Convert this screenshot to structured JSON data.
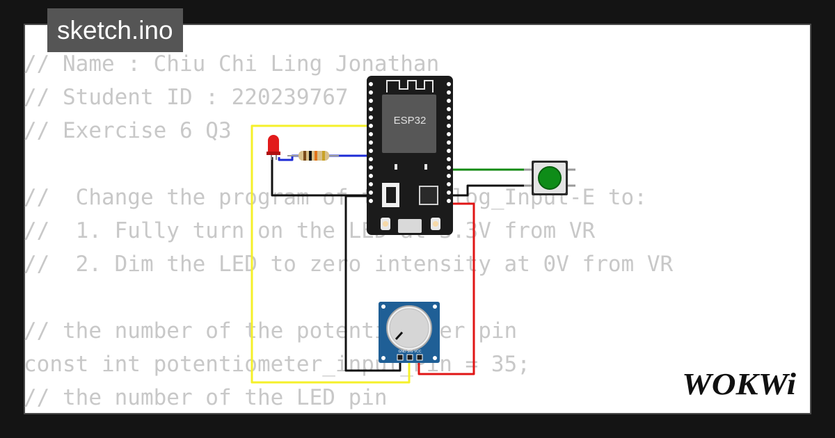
{
  "file_tab": {
    "label": "sketch.ino"
  },
  "code_lines": [
    "// Name : Chiu Chi Ling Jonathan",
    "// Student ID : 220239767",
    "// Exercise 6 Q3",
    "",
    "//  Change the program of the Analog_Input-E to:",
    "//  1. Fully turn on the LED at 3.3V from VR",
    "//  2. Dim the LED to zero intensity at 0V from VR",
    "",
    "// the number of the potentiometer pin",
    "const int potentiometer_input_Pin = 35;",
    "// the number of the LED pin"
  ],
  "board": {
    "label": "ESP32"
  },
  "potentiometer": {
    "pin_labels": "GND SIG VCC"
  },
  "brand": {
    "name": "WOKWi"
  },
  "colors": {
    "wire_yellow": "#f5f02a",
    "wire_red": "#e01515",
    "wire_green": "#138a13",
    "wire_black": "#111111",
    "wire_blue": "#1d2bd6",
    "pot_board": "#1f5f96",
    "button_cap": "#0e8c18"
  },
  "icons": [
    "esp32-board",
    "led-icon",
    "resistor-icon",
    "pushbutton-icon",
    "potentiometer-icon",
    "wokwi-logo"
  ]
}
